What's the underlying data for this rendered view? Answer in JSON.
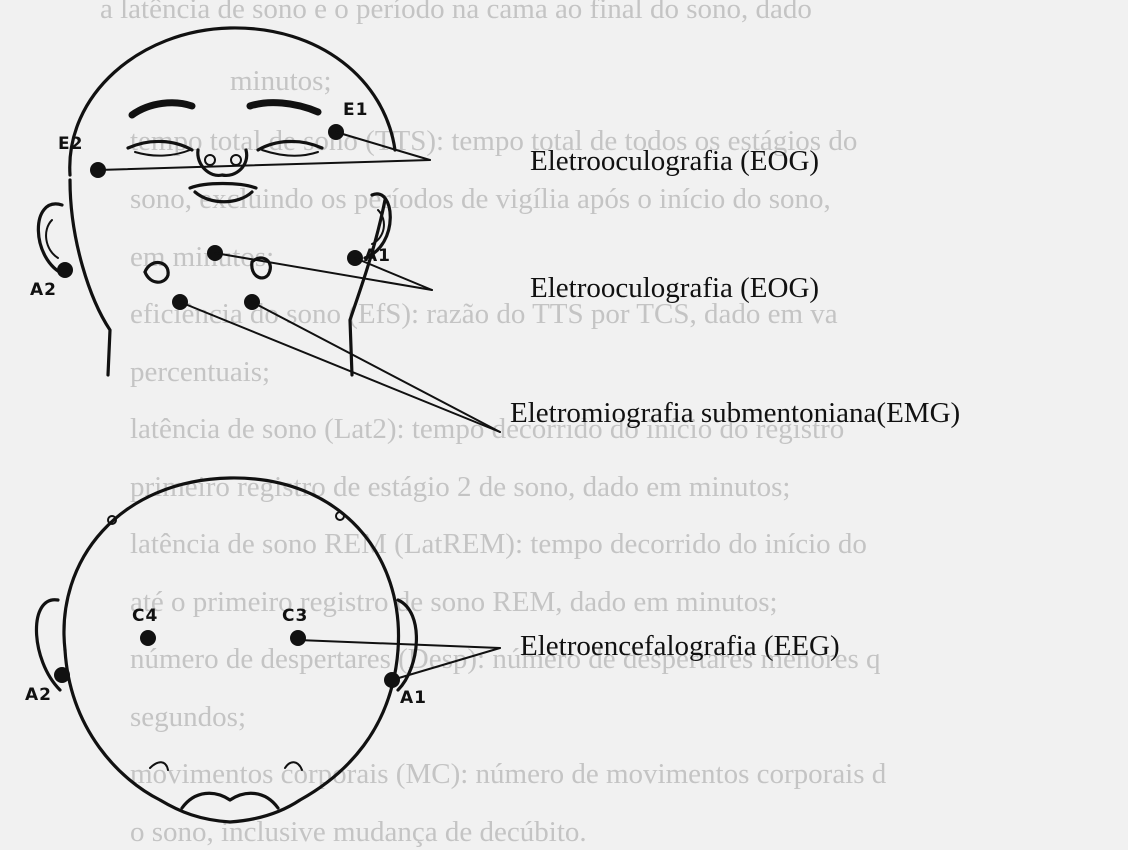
{
  "background_text": [
    "a latência de sono e o período na cama ao final do sono, dado",
    "minutos;",
    "tempo total de sono (TTS): tempo total de todos os estágios do",
    "sono, excluindo os períodos de vigília após o início do sono,",
    "em minutos;",
    "eficiência do sono (EfS): razão do TTS por TCS, dado em va",
    "percentuais;",
    "latência de sono (Lat2): tempo decorrido do início do registro",
    "primeiro registro de estágio 2 de sono, dado em minutos;",
    "latência de sono REM (LatREM): tempo decorrido do início do",
    "até o primeiro registro de sono REM, dado em minutos;",
    "número de despertares (Desp): número de despertares menores q",
    "segundos;",
    "movimentos corporais (MC): número de movimentos corporais d",
    "o sono, inclusive mudança de decúbito."
  ],
  "labels": {
    "eog1": "Eletrooculografia (EOG)",
    "eog2": "Eletrooculografia (EOG)",
    "emg": "Eletromiografia submentoniana(EMG)",
    "eeg": "Eletroencefalografia (EEG)"
  },
  "electrodes": {
    "e1": "E1",
    "e2": "E2",
    "a1_face": "A1",
    "a2_face": "A2",
    "c4": "C4",
    "c3": "C3",
    "a1_top": "A1",
    "a2_top": "A2"
  }
}
